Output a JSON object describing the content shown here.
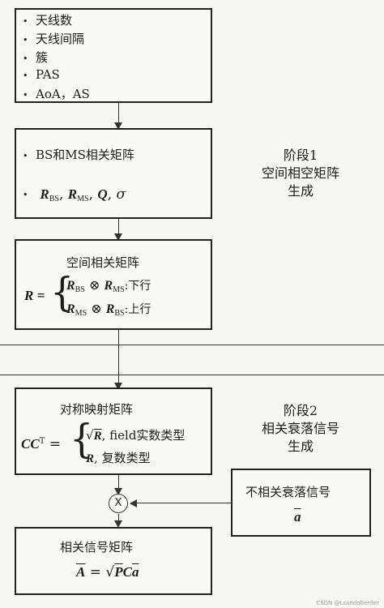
{
  "box1": {
    "items": [
      "天线数",
      "天线间隔",
      "簇",
      "PAS",
      "AoA，AS"
    ]
  },
  "box2": {
    "item1": "BS和MS相关矩阵",
    "params": {
      "r": "R",
      "bs": "BS",
      "ms": "MS",
      "q": "Q",
      "sigma": "σ",
      "comma": ","
    }
  },
  "stage1": {
    "line1": "阶段1",
    "line2": "空间相空矩阵",
    "line3": "生成"
  },
  "box3": {
    "title": "空间相关矩阵",
    "lhs": "R =",
    "brace": "{",
    "otimes": "⊗",
    "r": "R",
    "bs": "BS",
    "ms": "MS",
    "downlink": ":下行",
    "uplink": ":上行"
  },
  "box4": {
    "title": "对称映射矩阵",
    "lhs_c": "CC",
    "lhs_t": "T",
    "eq": "=",
    "brace": "{",
    "sqrt": "√",
    "r": "R",
    "comma": ",",
    "row1_text": "field实数类型",
    "row2_text": "复数类型"
  },
  "stage2": {
    "line1": "阶段2",
    "line2": "相关衰落信号",
    "line3": "生成"
  },
  "box5": {
    "title": "不相关衰落信号",
    "symbol": "a"
  },
  "multiplier": {
    "label": "X"
  },
  "box6": {
    "title": "相关信号矩阵",
    "lhs": "A",
    "eq": "=",
    "sqrt": "√",
    "p": "P",
    "c": "C",
    "a": "a"
  },
  "watermark": "CSDN @Lsandoberiter"
}
